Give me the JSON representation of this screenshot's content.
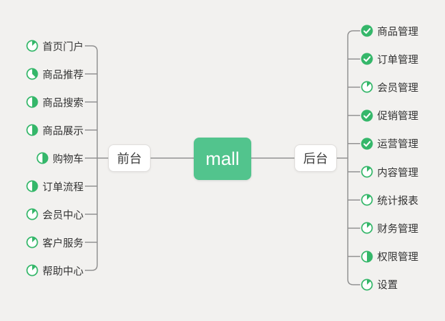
{
  "root": {
    "label": "mall"
  },
  "branches": {
    "left": {
      "label": "前台",
      "items": [
        {
          "label": "首页门户",
          "progress": "1/8"
        },
        {
          "label": "商品推荐",
          "progress": "3/8"
        },
        {
          "label": "商品搜索",
          "progress": "1/2"
        },
        {
          "label": "商品展示",
          "progress": "1/2"
        },
        {
          "label": "购物车",
          "progress": "1/2"
        },
        {
          "label": "订单流程",
          "progress": "1/2"
        },
        {
          "label": "会员中心",
          "progress": "1/8"
        },
        {
          "label": "客户服务",
          "progress": "1/8"
        },
        {
          "label": "帮助中心",
          "progress": "1/8"
        }
      ]
    },
    "right": {
      "label": "后台",
      "items": [
        {
          "label": "商品管理",
          "progress": "done"
        },
        {
          "label": "订单管理",
          "progress": "done"
        },
        {
          "label": "会员管理",
          "progress": "1/8"
        },
        {
          "label": "促销管理",
          "progress": "done"
        },
        {
          "label": "运营管理",
          "progress": "done"
        },
        {
          "label": "内容管理",
          "progress": "1/8"
        },
        {
          "label": "统计报表",
          "progress": "1/8"
        },
        {
          "label": "财务管理",
          "progress": "1/8"
        },
        {
          "label": "权限管理",
          "progress": "1/2"
        },
        {
          "label": "设置",
          "progress": "1/8"
        }
      ]
    }
  },
  "colors": {
    "background": "#f2f1ef",
    "root_green": "#52c48d",
    "icon_green": "#35b76a",
    "line_gray": "#909090",
    "text": "#333333"
  }
}
